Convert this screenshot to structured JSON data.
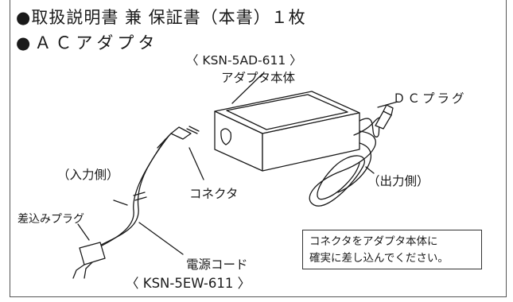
{
  "items": {
    "manual": "●取扱説明書 兼 保証書（本書）１枚",
    "adapter": "●ＡＣアダプタ"
  },
  "adapter_labels": {
    "model": "〈 KSN-5AD-611 〉",
    "body": "アダプタ本体",
    "dc_plug": "ＤＣプラグ",
    "output": "（出力側）"
  },
  "cord_labels": {
    "input": "（入力側）",
    "connector": "コネクタ",
    "plug": "差込みプラグ",
    "cord": "電源コード",
    "model": "〈 KSN-5EW-611 〉"
  },
  "note": {
    "line1": "コネクタをアダプタ本体に",
    "line2": "確実に差し込んでください。"
  }
}
